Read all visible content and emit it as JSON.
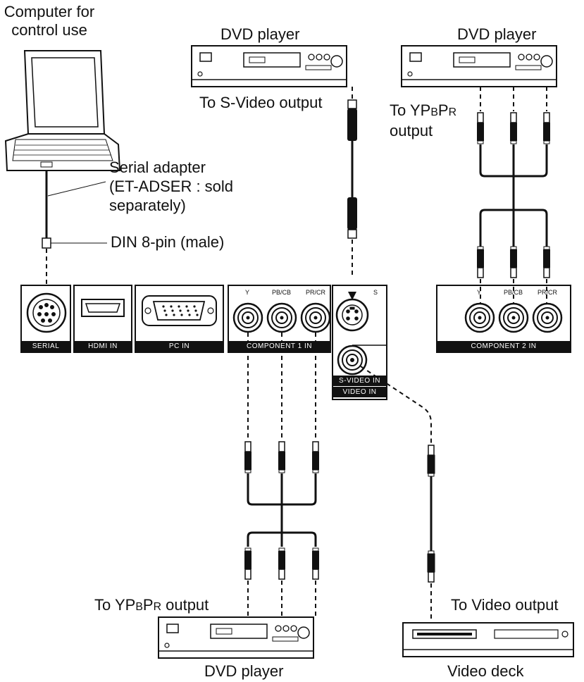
{
  "labels": {
    "computer_line1": "Computer for",
    "computer_line2": "control use",
    "dvd_player_top_left": "DVD player",
    "dvd_player_top_right": "DVD player",
    "to_svideo_output": "To S-Video output",
    "to_ypbpr_output_right_line1_pre": "To YP",
    "to_ypbpr_output_right_line1_b": "B",
    "to_ypbpr_output_right_line1_p": "P",
    "to_ypbpr_output_right_line1_r": "R",
    "to_ypbpr_output_right_line2": "output",
    "serial_adapter_line1": "Serial adapter",
    "serial_adapter_line2": "(ET-ADSER : sold",
    "serial_adapter_line3": "separately)",
    "din_connector": "DIN 8-pin (male)",
    "to_ypbpr_output_bottom_pre": "To YP",
    "to_ypbpr_output_bottom_b": "B",
    "to_ypbpr_output_bottom_p": "P",
    "to_ypbpr_output_bottom_r": "R",
    "to_ypbpr_output_bottom_post": " output",
    "to_video_output": "To Video output",
    "dvd_player_bottom": "DVD player",
    "video_deck": "Video deck"
  },
  "panel": {
    "serial": "SERIAL",
    "hdmi_in": "HDMI IN",
    "pc_in": "PC IN",
    "component1_in": "COMPONENT 1 IN",
    "svideo_in": "S-VIDEO IN",
    "video_in": "VIDEO IN",
    "component2_in": "COMPONENT 2 IN",
    "jack_y": "Y",
    "jack_pb": "PB/CB",
    "jack_pr": "PR/CR",
    "jack_s": "S"
  }
}
